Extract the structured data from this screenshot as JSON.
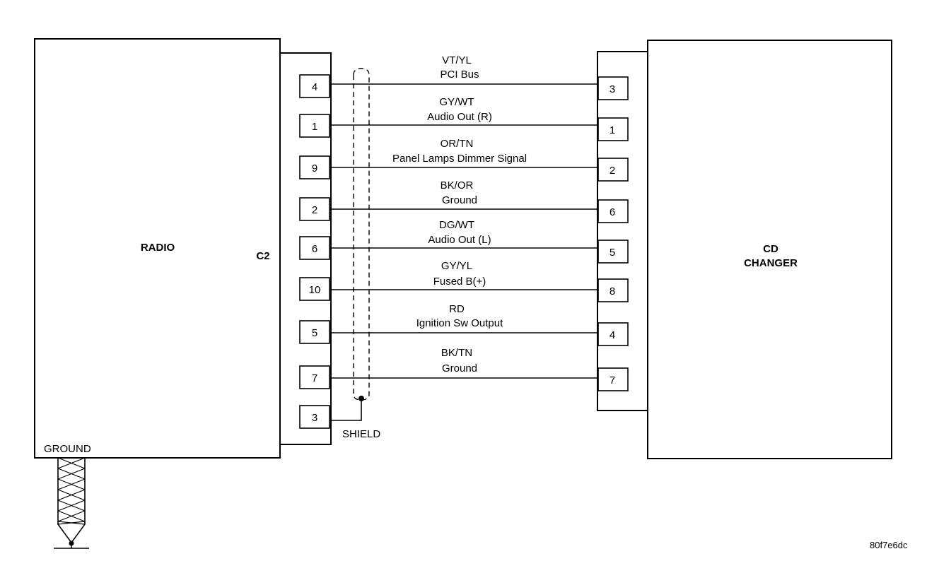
{
  "radio": {
    "label": "RADIO",
    "ground_label": "GROUND"
  },
  "connector": {
    "label": "C2"
  },
  "cd_changer": {
    "label_line1": "CD",
    "label_line2": "CHANGER"
  },
  "shield": {
    "label": "SHIELD",
    "radio_pin": "3"
  },
  "wires": [
    {
      "color": "VT/YL",
      "function": "PCI Bus",
      "radio_pin": "4",
      "cd_pin": "3"
    },
    {
      "color": "GY/WT",
      "function": "Audio Out (R)",
      "radio_pin": "1",
      "cd_pin": "1"
    },
    {
      "color": "OR/TN",
      "function": "Panel Lamps Dimmer Signal",
      "radio_pin": "9",
      "cd_pin": "2"
    },
    {
      "color": "BK/OR",
      "function": "Ground",
      "radio_pin": "2",
      "cd_pin": "6"
    },
    {
      "color": "DG/WT",
      "function": "Audio Out (L)",
      "radio_pin": "6",
      "cd_pin": "5"
    },
    {
      "color": "GY/YL",
      "function": "Fused B(+)",
      "radio_pin": "10",
      "cd_pin": "8"
    },
    {
      "color": "RD",
      "function": "Ignition Sw Output",
      "radio_pin": "5",
      "cd_pin": "4"
    },
    {
      "color": "BK/TN",
      "function": "Ground",
      "radio_pin": "7",
      "cd_pin": "7"
    }
  ],
  "figure_id": "80f7e6dc"
}
